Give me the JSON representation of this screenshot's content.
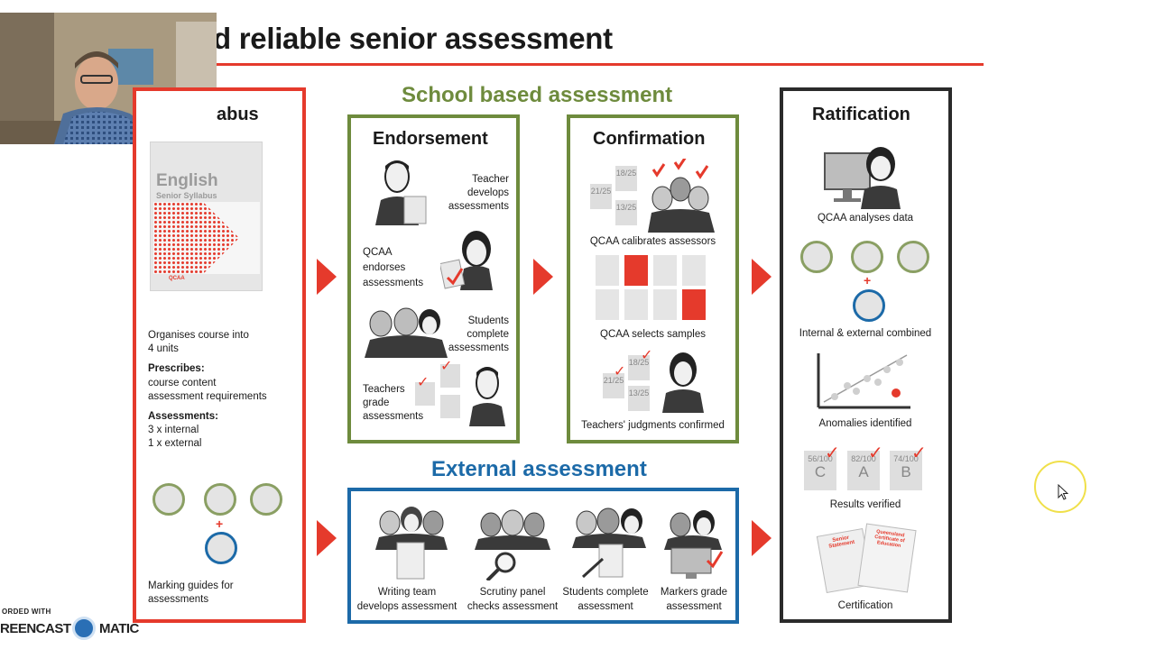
{
  "header": {
    "title": "d reliable senior assessment"
  },
  "colors": {
    "red": "#e53a2c",
    "green": "#6e8b3d",
    "blue": "#1c6aa8",
    "dark": "#2b2b2b"
  },
  "syllabus": {
    "title": "abus",
    "booklet_title": "English",
    "booklet_subtitle": "Senior Syllabus",
    "booklet_logo": "QCAA",
    "line1": "Organises course into",
    "line2": "4 units",
    "prescribes_label": "Prescribes:",
    "prescribes_1": "course content",
    "prescribes_2": "assessment requirements",
    "assessments_label": "Assessments:",
    "assessments_1": "3 x internal",
    "assessments_2": "1 x external",
    "marking_1": "Marking guides for",
    "marking_2": "assessments"
  },
  "school_based": {
    "heading": "School based assessment"
  },
  "endorsement": {
    "title": "Endorsement",
    "step1": [
      "Teacher",
      "develops",
      "assessments"
    ],
    "step2": [
      "QCAA",
      "endorses",
      "assessments"
    ],
    "step3": [
      "Students",
      "complete",
      "assessments"
    ],
    "step4": [
      "Teachers",
      "grade",
      "assessments"
    ]
  },
  "confirmation": {
    "title": "Confirmation",
    "step1": "QCAA calibrates assessors",
    "step2": "QCAA selects samples",
    "step3": "Teachers' judgments confirmed",
    "cards": [
      "21/25",
      "18/25",
      "13/25"
    ]
  },
  "external": {
    "heading": "External assessment",
    "step1": [
      "Writing team",
      "develops assessment"
    ],
    "step2": [
      "Scrutiny panel",
      "checks assessment"
    ],
    "step3": [
      "Students complete",
      "assessment"
    ],
    "step4": [
      "Markers grade",
      "assessment"
    ]
  },
  "ratification": {
    "title": "Ratification",
    "step1": "QCAA analyses data",
    "step2": "Internal & external combined",
    "step3": "Anomalies identified",
    "step4": "Results verified",
    "step5": "Certification",
    "results": [
      {
        "score": "56/100",
        "grade": "C"
      },
      {
        "score": "82/100",
        "grade": "A"
      },
      {
        "score": "74/100",
        "grade": "B"
      }
    ],
    "cert_1": "Senior Statement",
    "cert_2": "Queensland Certificate of Education"
  },
  "watermark": {
    "line1": "ORDED WITH",
    "brand_left": "REENCAST",
    "brand_right": "MATIC"
  }
}
